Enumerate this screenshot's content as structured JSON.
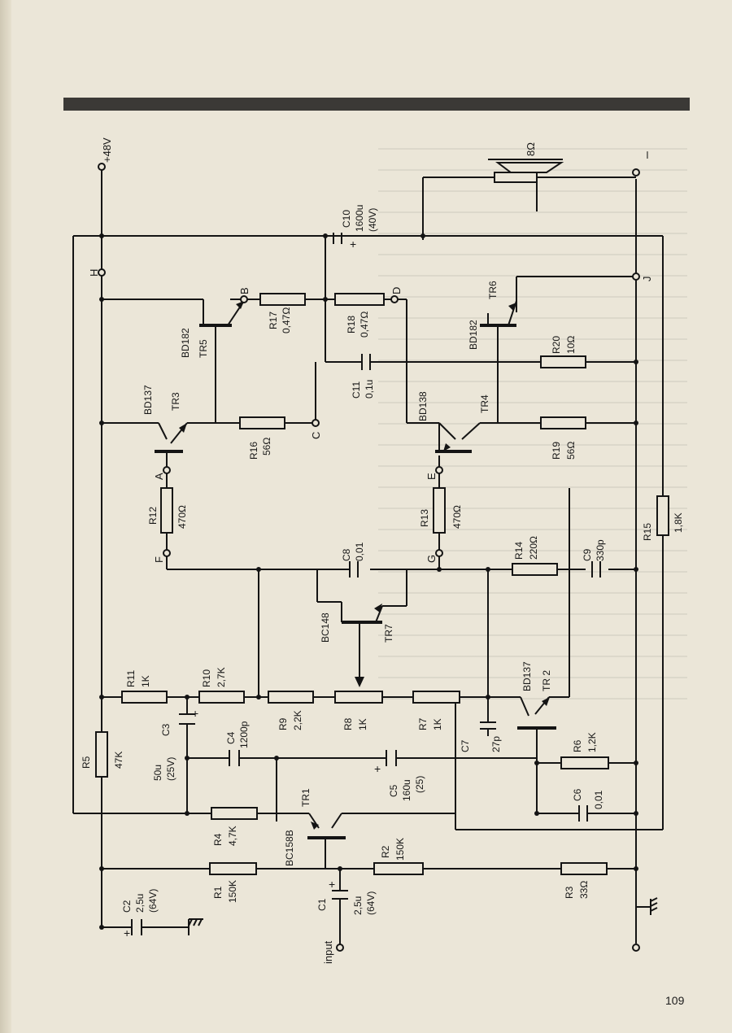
{
  "page": {
    "number": "109"
  },
  "supply": {
    "voltage": "+48V"
  },
  "nodes": {
    "H": "H",
    "B": "B",
    "C": "C",
    "D": "D",
    "A": "A",
    "E": "E",
    "F": "F",
    "G": "G",
    "J": "J"
  },
  "input": {
    "label": "input"
  },
  "speaker": {
    "impedance": "8Ω"
  },
  "minus": "–",
  "resistors": {
    "R1": {
      "ref": "R1",
      "value": "150K"
    },
    "R2": {
      "ref": "R2",
      "value": "150K"
    },
    "R3": {
      "ref": "R3",
      "value": "33Ω"
    },
    "R4": {
      "ref": "R4",
      "value": "4,7K"
    },
    "R5": {
      "ref": "R5",
      "value": "47K"
    },
    "R6": {
      "ref": "R6",
      "value": "1,2K"
    },
    "R7": {
      "ref": "R7",
      "value": "1K"
    },
    "R8": {
      "ref": "R8",
      "value": "1K"
    },
    "R9": {
      "ref": "R9",
      "value": "2,2K"
    },
    "R10": {
      "ref": "R10",
      "value": "2,7K"
    },
    "R11": {
      "ref": "R11",
      "value": "1K"
    },
    "R12": {
      "ref": "R12",
      "value": "470Ω"
    },
    "R13": {
      "ref": "R13",
      "value": "470Ω"
    },
    "R14": {
      "ref": "R14",
      "value": "220Ω"
    },
    "R15": {
      "ref": "R15",
      "value": "1,8K"
    },
    "R16": {
      "ref": "R16",
      "value": "56Ω"
    },
    "R17": {
      "ref": "R17",
      "value": "0,47Ω"
    },
    "R18": {
      "ref": "R18",
      "value": "0,47Ω"
    },
    "R19": {
      "ref": "R19",
      "value": "56Ω"
    },
    "R20": {
      "ref": "R20",
      "value": "10Ω"
    }
  },
  "capacitors": {
    "C1": {
      "ref": "C1",
      "value": "2,5u",
      "voltage": "(64V)"
    },
    "C2": {
      "ref": "C2",
      "value": "2,5u",
      "voltage": "(64V)"
    },
    "C3": {
      "ref": "C3",
      "value": "50u",
      "voltage": "(25V)"
    },
    "C4": {
      "ref": "C4",
      "value": "1200p"
    },
    "C5": {
      "ref": "C5",
      "value": "160u",
      "voltage": "(25)"
    },
    "C6": {
      "ref": "C6",
      "value": "0,01"
    },
    "C7": {
      "ref": "C7",
      "value": "27p"
    },
    "C8": {
      "ref": "C8",
      "value": "0,01"
    },
    "C9": {
      "ref": "C9",
      "value": "330p"
    },
    "C10": {
      "ref": "C10",
      "value": "1600u",
      "voltage": "(40V)"
    },
    "C11": {
      "ref": "C11",
      "value": "0,1u"
    }
  },
  "transistors": {
    "TR1": {
      "ref": "TR1",
      "type": "BC158B"
    },
    "TR2": {
      "ref": "TR 2",
      "type": "BD137"
    },
    "TR3": {
      "ref": "TR3",
      "type": "BD137"
    },
    "TR4": {
      "ref": "TR4",
      "type": "BD138"
    },
    "TR5": {
      "ref": "TR5",
      "type": "BD182"
    },
    "TR6": {
      "ref": "TR6",
      "type": "BD182"
    },
    "TR7": {
      "ref": "TR7",
      "type": "BC148"
    }
  }
}
